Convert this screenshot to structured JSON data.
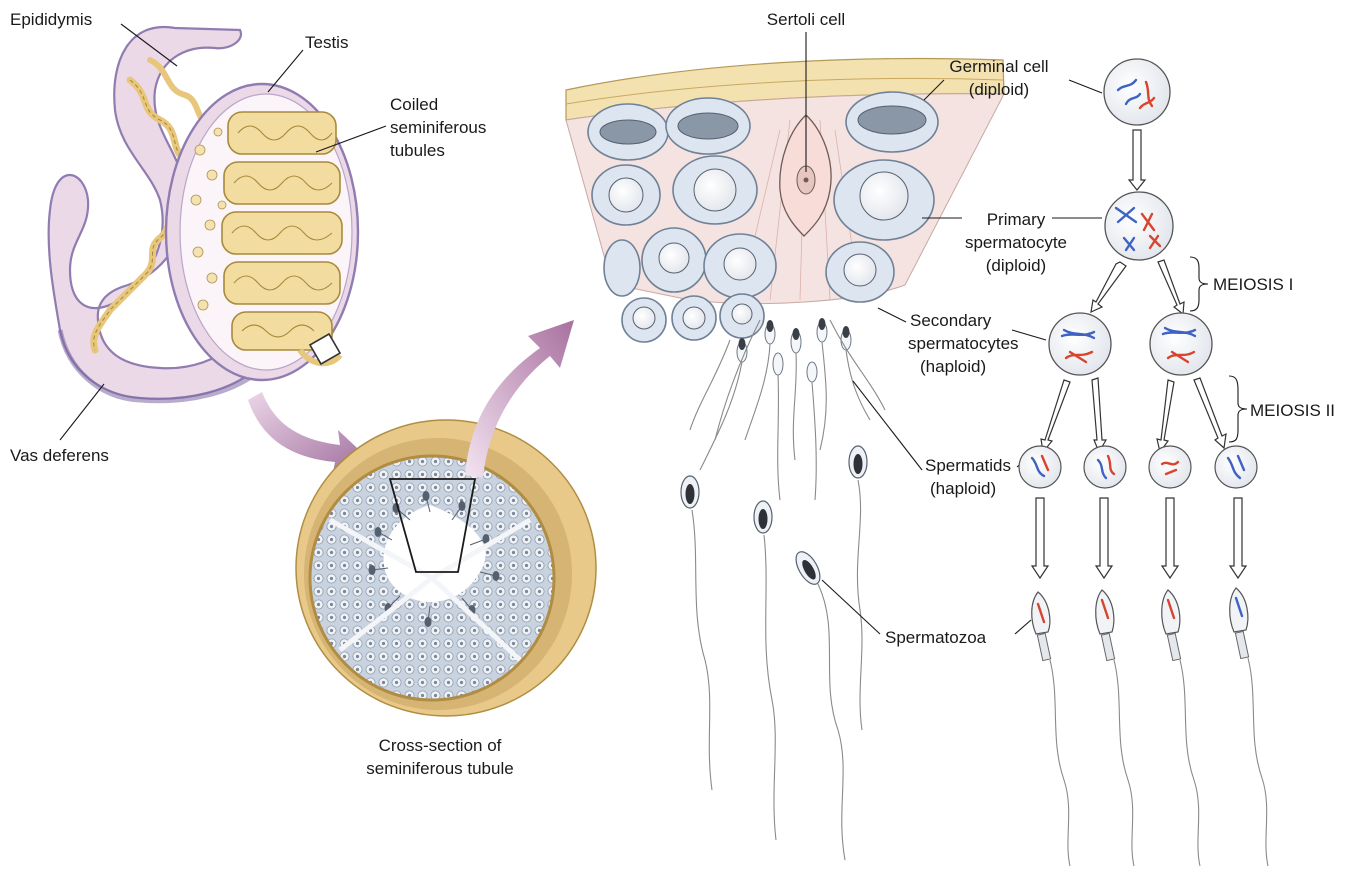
{
  "labels": {
    "epididymis": "Epididymis",
    "testis": "Testis",
    "coiled_tubules": [
      "Coiled",
      "seminiferous",
      "tubules"
    ],
    "vas_deferens": "Vas deferens",
    "cross_section": [
      "Cross-section of",
      "seminiferous tubule"
    ],
    "sertoli_cell": "Sertoli cell",
    "germinal_cell": [
      "Germinal cell",
      "(diploid)"
    ],
    "primary_spermatocyte": [
      "Primary",
      "spermatocyte",
      "(diploid)"
    ],
    "secondary_spermatocytes": [
      "Secondary",
      "spermatocytes",
      "(haploid)"
    ],
    "spermatids": [
      "Spermatids",
      "(haploid)"
    ],
    "spermatozoa": "Spermatozoa",
    "meiosis_1": "MEIOSIS I",
    "meiosis_2": "MEIOSIS II"
  },
  "colors": {
    "arrow_purple": "#b37fb0",
    "epididymis_fill": "#ecd9e8",
    "epididymis_edge": "#8f7cb1",
    "tubule_fill": "#f2dca0",
    "cell_fill": "#dde5f0",
    "chromosome_blue": "#3f63c4",
    "chromosome_red": "#d8452f"
  }
}
